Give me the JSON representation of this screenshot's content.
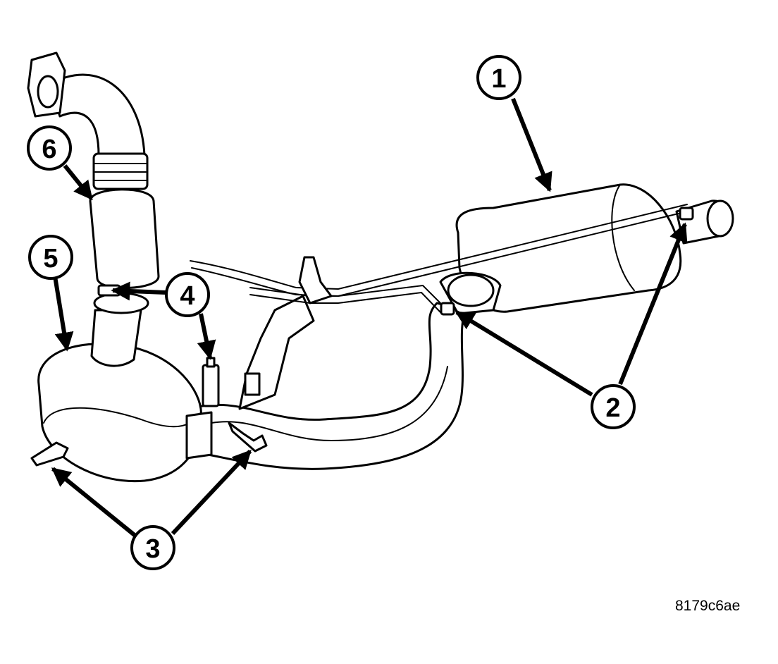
{
  "callouts": [
    {
      "id": "1",
      "label": "1"
    },
    {
      "id": "2",
      "label": "2"
    },
    {
      "id": "3",
      "label": "3"
    },
    {
      "id": "4",
      "label": "4"
    },
    {
      "id": "5",
      "label": "5"
    },
    {
      "id": "6",
      "label": "6"
    }
  ],
  "reference_code": "8179c6ae",
  "colors": {
    "line": "#000000",
    "background": "#ffffff"
  }
}
